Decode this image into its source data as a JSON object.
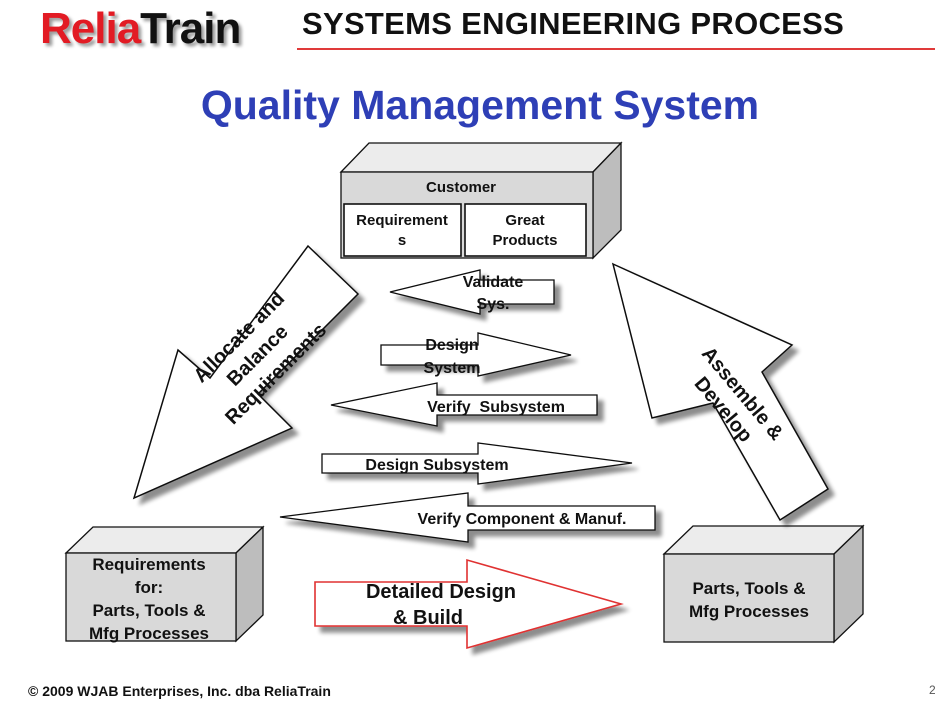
{
  "header": {
    "logo_part1": "Relia",
    "logo_part2": "Train",
    "title": "SYSTEMS ENGINEERING PROCESS",
    "accent_color": "#e21b24"
  },
  "main_title": "Quality Management System",
  "title_color": "#2e3fb6",
  "customer_box": {
    "title": "Customer",
    "left_cell": [
      "Requirement",
      "s"
    ],
    "right_cell": [
      "Great",
      "Products"
    ]
  },
  "left_box": {
    "lines": [
      "Requirements",
      "for:",
      "Parts, Tools &",
      "Mfg Processes"
    ]
  },
  "right_box": {
    "lines": [
      "Parts, Tools &",
      "Mfg Processes"
    ]
  },
  "big_arrows": {
    "left": [
      "Allocate and",
      "Balance",
      "Requirements"
    ],
    "right": [
      "Assemble &",
      "Develop"
    ]
  },
  "flow_arrows": [
    {
      "lines": [
        "Validate",
        "Sys."
      ],
      "direction": "left"
    },
    {
      "lines": [
        "Design",
        "System"
      ],
      "direction": "right"
    },
    {
      "lines": [
        "Verify  Subsystem"
      ],
      "direction": "left"
    },
    {
      "lines": [
        "Design Subsystem"
      ],
      "direction": "right"
    },
    {
      "lines": [
        "Verify Component & Manuf."
      ],
      "direction": "left"
    },
    {
      "lines": [
        "Detailed Design",
        "& Build"
      ],
      "direction": "right",
      "highlight_color": "#e03030"
    }
  ],
  "footer": {
    "copyright": "© 2009 WJAB Enterprises, Inc. dba ReliaTrain",
    "slide_number": "2"
  }
}
